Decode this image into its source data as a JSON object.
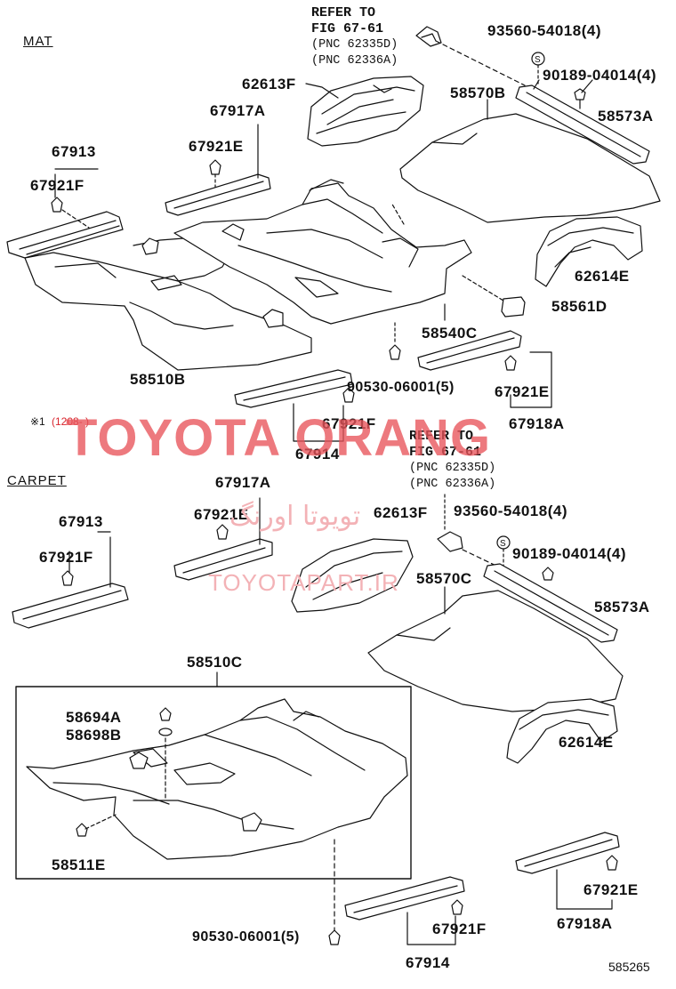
{
  "sections": {
    "mat": "MAT",
    "carpet": "CARPET"
  },
  "refer_blocks": {
    "top": {
      "line1": "REFER TO",
      "line2": "FIG 67-61",
      "line3": "(PNC 62335D)",
      "line4": "(PNC 62336A)"
    },
    "middle": {
      "line1": "REFER TO",
      "line2": "FIG 67-61",
      "line3": "(PNC 62335D)",
      "line4": "(PNC 62336A)"
    }
  },
  "parts_mat": {
    "p62613F": "62613F",
    "p67917A": "67917A",
    "p67921E_a": "67921E",
    "p67913": "67913",
    "p67921F_a": "67921F",
    "p93560": "93560-54018(4)",
    "p90189": "90189-04014(4)",
    "p58570B": "58570B",
    "p58573A": "58573A",
    "p62614E": "62614E",
    "p58561D": "58561D",
    "p58540C": "58540C",
    "p58510B": "58510B",
    "p90530": "90530-06001(5)",
    "p67921E_b": "67921E",
    "p67918A": "67918A",
    "p67921F_b": "67921F",
    "p67914": "67914"
  },
  "parts_carpet": {
    "p67917A": "67917A",
    "p67921E_a": "67921E",
    "p62613F": "62613F",
    "p93560": "93560-54018(4)",
    "p90189": "90189-04014(4)",
    "p58570C": "58570C",
    "p58573A": "58573A",
    "p67913": "67913",
    "p67921F_a": "67921F",
    "p58510C": "58510C",
    "p58694A": "58694A",
    "p58698B": "58698B",
    "p58511E": "58511E",
    "p62614E": "62614E",
    "p67921E_b": "67921E",
    "p67918A": "67918A",
    "p90530": "90530-06001(5)",
    "p67921F_b": "67921F",
    "p67914": "67914"
  },
  "note": {
    "mark": "※1",
    "text": "(1208-   )"
  },
  "watermark": {
    "brand": "TOYOTA ORANG",
    "persian": "تویوتا اورنگ",
    "url": "TOYOTAPART.IR"
  },
  "figure_number": "585265",
  "colors": {
    "watermark_red": "#e8545a",
    "watermark_pink": "#f3b2b6",
    "note_red": "#d8262e",
    "line": "#111111"
  }
}
